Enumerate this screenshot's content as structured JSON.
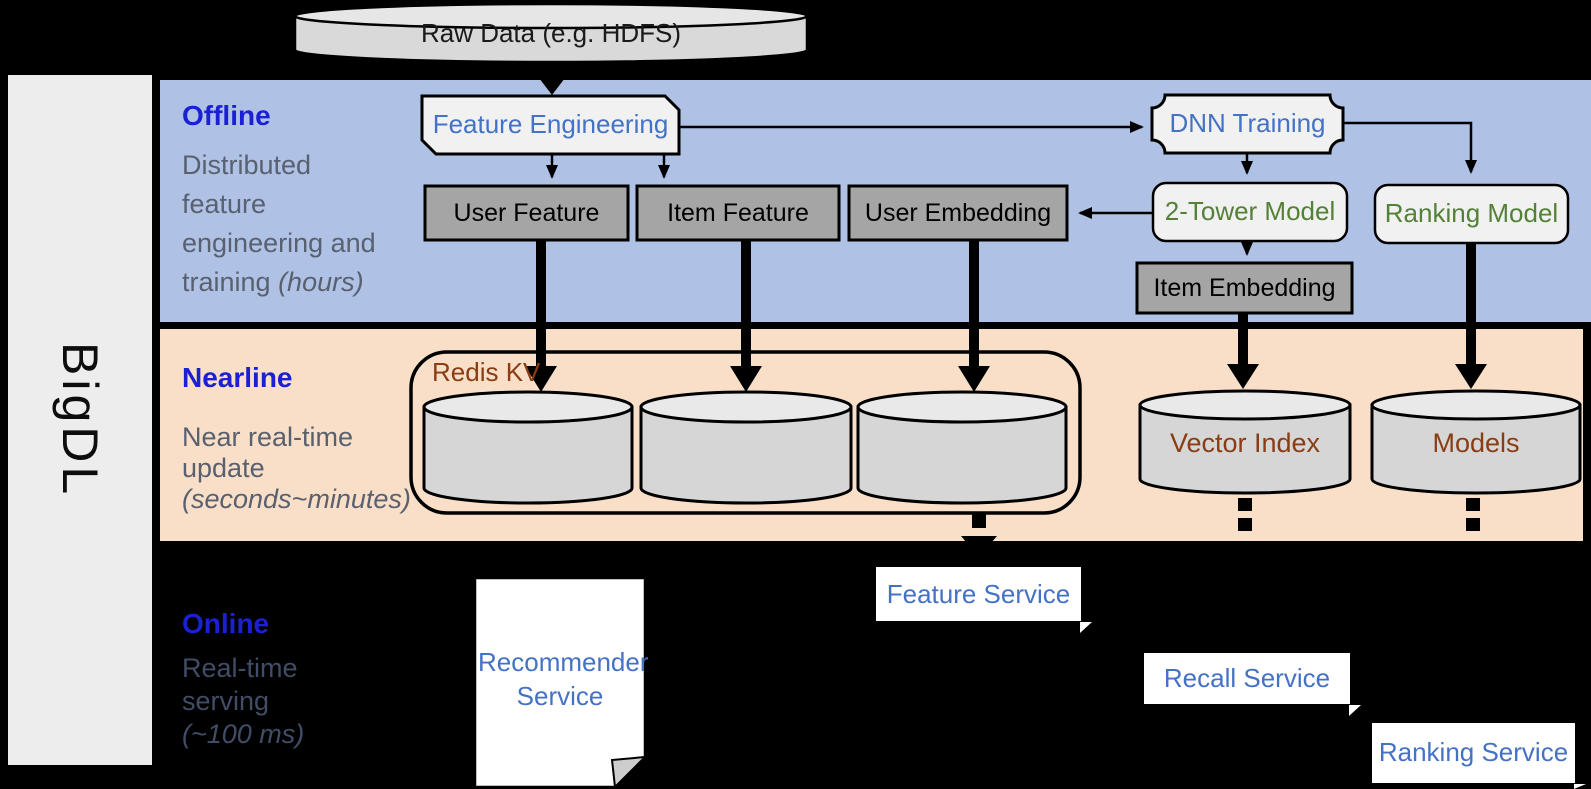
{
  "brand": "BigDL",
  "raw_data": "Raw Data (e.g. HDFS)",
  "sections": {
    "offline": {
      "title": "Offline",
      "desc_line1": "Distributed",
      "desc_line2": "feature",
      "desc_line3": "engineering and",
      "desc_line4": "training ",
      "desc_line4_italic": "(hours)"
    },
    "nearline": {
      "title": "Nearline",
      "desc_line1": "Near real-time",
      "desc_line2": "update",
      "desc_line3_italic": "(seconds~minutes)"
    },
    "online": {
      "title": "Online",
      "desc_line1": "Real-time",
      "desc_line2": "serving",
      "desc_line3_italic": "(~100 ms)"
    }
  },
  "nodes": {
    "feature_engineering": "Feature Engineering",
    "dnn_training": "DNN Training",
    "user_feature": "User Feature",
    "item_feature": "Item Feature",
    "user_embedding": "User Embedding",
    "two_tower_model": "2-Tower Model",
    "ranking_model": "Ranking Model",
    "item_embedding": "Item Embedding",
    "redis_kv": "Redis KV",
    "vector_index": "Vector Index",
    "models": "Models",
    "recommender_service": "Recommender Service",
    "feature_service": "Feature Service",
    "recall_service": "Recall Service",
    "ranking_service": "Ranking Service"
  },
  "colors": {
    "background": "#000000",
    "sidebar": "#ededed",
    "offline_band": "#afc2e5",
    "nearline_band": "#f9dec8",
    "section_title_blue": "#1b20d4",
    "section_desc_gray": "#59606f",
    "node_text_blue": "#4472c4",
    "node_text_green": "#538135",
    "node_text_brown": "#8a3c12",
    "gray_box_fill": "#a5a5a5",
    "light_box_fill": "#f1f1f2",
    "cylinder_fill": "#d6d6d6",
    "service_box_fill": "#ffffff"
  }
}
